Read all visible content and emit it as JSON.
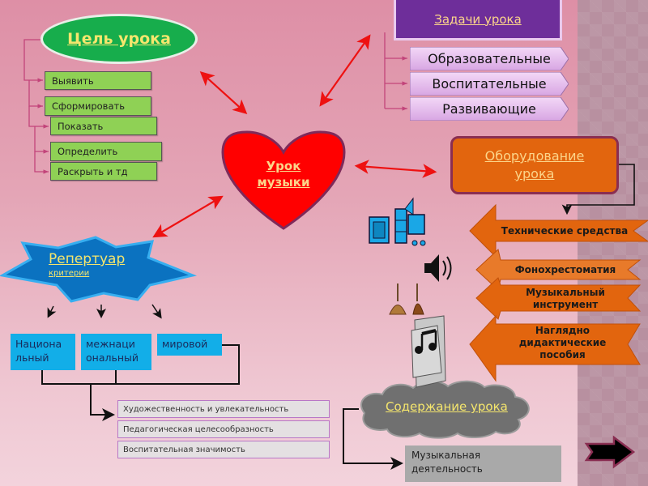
{
  "center": {
    "label_line1": "Урок",
    "label_line2": "музыки",
    "color": "#ff0000"
  },
  "goal": {
    "title": "Цель урока",
    "color": "#17ad4c",
    "items": [
      "Выявить",
      "Сформировать",
      "Показать",
      "Определить",
      "Раскрыть и тд"
    ]
  },
  "tasks": {
    "title": "Задачи урока",
    "color": "#6e2e9a",
    "items": [
      "Образовательные",
      "Воспитательные",
      "Развивающие"
    ]
  },
  "equipment": {
    "title_line1": "Оборудование",
    "title_line2": "урока",
    "color": "#e2650e",
    "items": [
      {
        "line1": "Технические средства",
        "line2": "",
        "line3": ""
      },
      {
        "line1": "Фонохрестоматия",
        "line2": "",
        "line3": ""
      },
      {
        "line1": "Музыкальный",
        "line2": "инструмент",
        "line3": ""
      },
      {
        "line1": "Наглядно",
        "line2": "дидактические",
        "line3": "пособия"
      }
    ],
    "icons": [
      "computer-media-icon",
      "speaker-icon",
      "balalaika-icon",
      "music-note-sheets-icon"
    ]
  },
  "repertoire": {
    "title": "Репертуар",
    "subtitle": "критерии",
    "color": "#0b72c0",
    "types": [
      {
        "line1": "Национа",
        "line2": "льный"
      },
      {
        "line1": "межнаци",
        "line2": "ональный"
      },
      {
        "line1": "мировой",
        "line2": ""
      }
    ],
    "criteria": [
      "Художественность и увлекательность",
      "Педагогическая целесообразность",
      "Воспитательная значимость"
    ]
  },
  "content": {
    "title": "Содержание урока",
    "items": [
      {
        "line1": "Музыкальная",
        "line2": "деятельность"
      }
    ]
  },
  "navigation": {
    "next": "next-slide-arrow"
  }
}
